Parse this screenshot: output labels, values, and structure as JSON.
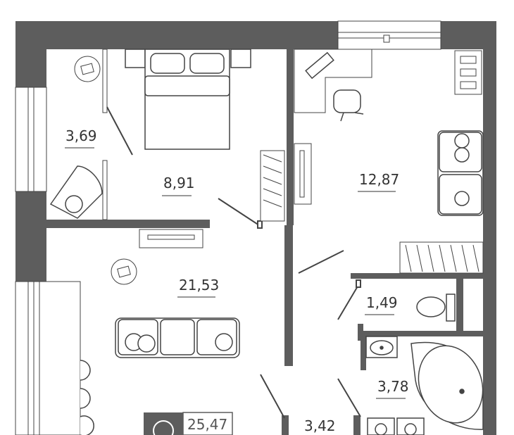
{
  "plan": {
    "colors": {
      "wall": "#5d5d5d",
      "wall_light": "#7a7a7a",
      "line": "#444444",
      "fill": "#ffffff",
      "badge": "#555555"
    },
    "rooms": [
      {
        "id": "bedroom-nook",
        "area": "3,69"
      },
      {
        "id": "bedroom",
        "area": "8,91"
      },
      {
        "id": "study",
        "area": "12,87"
      },
      {
        "id": "living",
        "area": "21,53"
      },
      {
        "id": "toilet",
        "area": "1,49"
      },
      {
        "id": "bathroom",
        "area": "3,78"
      },
      {
        "id": "hall",
        "area": "3,42"
      }
    ],
    "badge": {
      "total_area": "25,47"
    },
    "icons": [
      "radiator-icon",
      "bed-icon",
      "armchair-icon",
      "desk-chair-icon",
      "sofa-icon",
      "tv-icon",
      "wardrobe-icon",
      "toilet-icon",
      "sink-icon",
      "bathtub-icon",
      "washing-machine-icon",
      "bar-stool-icon",
      "apartment-type-icon"
    ]
  }
}
